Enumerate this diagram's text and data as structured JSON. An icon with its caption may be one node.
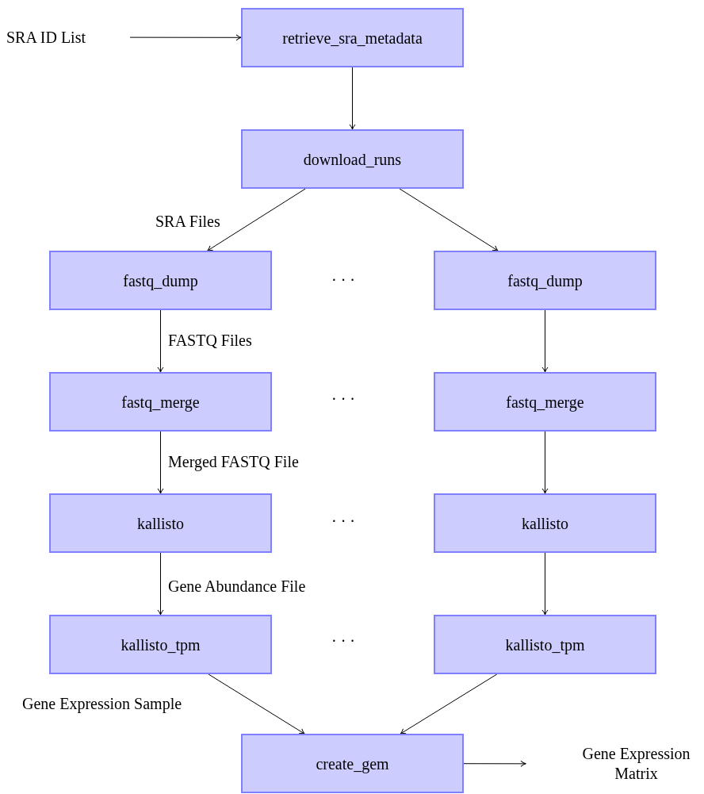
{
  "diagram": {
    "nodes": [
      {
        "text": [
          "SRA ID List"
        ]
      },
      {
        "text": [
          "retrieve_sra_metadata"
        ]
      },
      {
        "text": [
          "download_runs"
        ]
      },
      {
        "text": [
          "fastq_dump"
        ]
      },
      {
        "text": [
          "fastq_dump"
        ]
      },
      {
        "text": [
          "fastq_merge"
        ]
      },
      {
        "text": [
          "fastq_merge"
        ]
      },
      {
        "text": [
          "kallisto"
        ]
      },
      {
        "text": [
          "kallisto"
        ]
      },
      {
        "text": [
          "kallisto_tpm"
        ]
      },
      {
        "text": [
          "kallisto_tpm"
        ]
      },
      {
        "text": [
          "create_gem"
        ]
      },
      {
        "text": [
          "Gene Expression Matrix"
        ]
      }
    ],
    "edges": [
      {
        "from": 0,
        "to": 1,
        "arrow": "to"
      },
      {
        "from": 1,
        "to": 2,
        "arrow": "to"
      },
      {
        "from": 2,
        "to": 3,
        "arrow": "to",
        "label": "SRA Files"
      },
      {
        "from": 2,
        "to": 4,
        "arrow": "to"
      },
      {
        "from": 3,
        "to": 5,
        "arrow": "to",
        "label": "FASTQ Files"
      },
      {
        "from": 4,
        "to": 6,
        "arrow": "to"
      },
      {
        "from": 5,
        "to": 7,
        "arrow": "to",
        "label": "Merged FASTQ File"
      },
      {
        "from": 6,
        "to": 8,
        "arrow": "to"
      },
      {
        "from": 7,
        "to": 9,
        "arrow": "to",
        "label": "Gene Abundance File"
      },
      {
        "from": 8,
        "to": 10,
        "arrow": "to"
      },
      {
        "from": 9,
        "to": 11,
        "arrow": "to",
        "label": "Gene Expression Sample"
      },
      {
        "from": 10,
        "to": 11,
        "arrow": "to"
      },
      {
        "from": 11,
        "to": 12,
        "arrow": "to"
      }
    ],
    "labels": [
      "· · ·",
      "· · ·",
      "· · ·",
      "· · ·"
    ]
  }
}
